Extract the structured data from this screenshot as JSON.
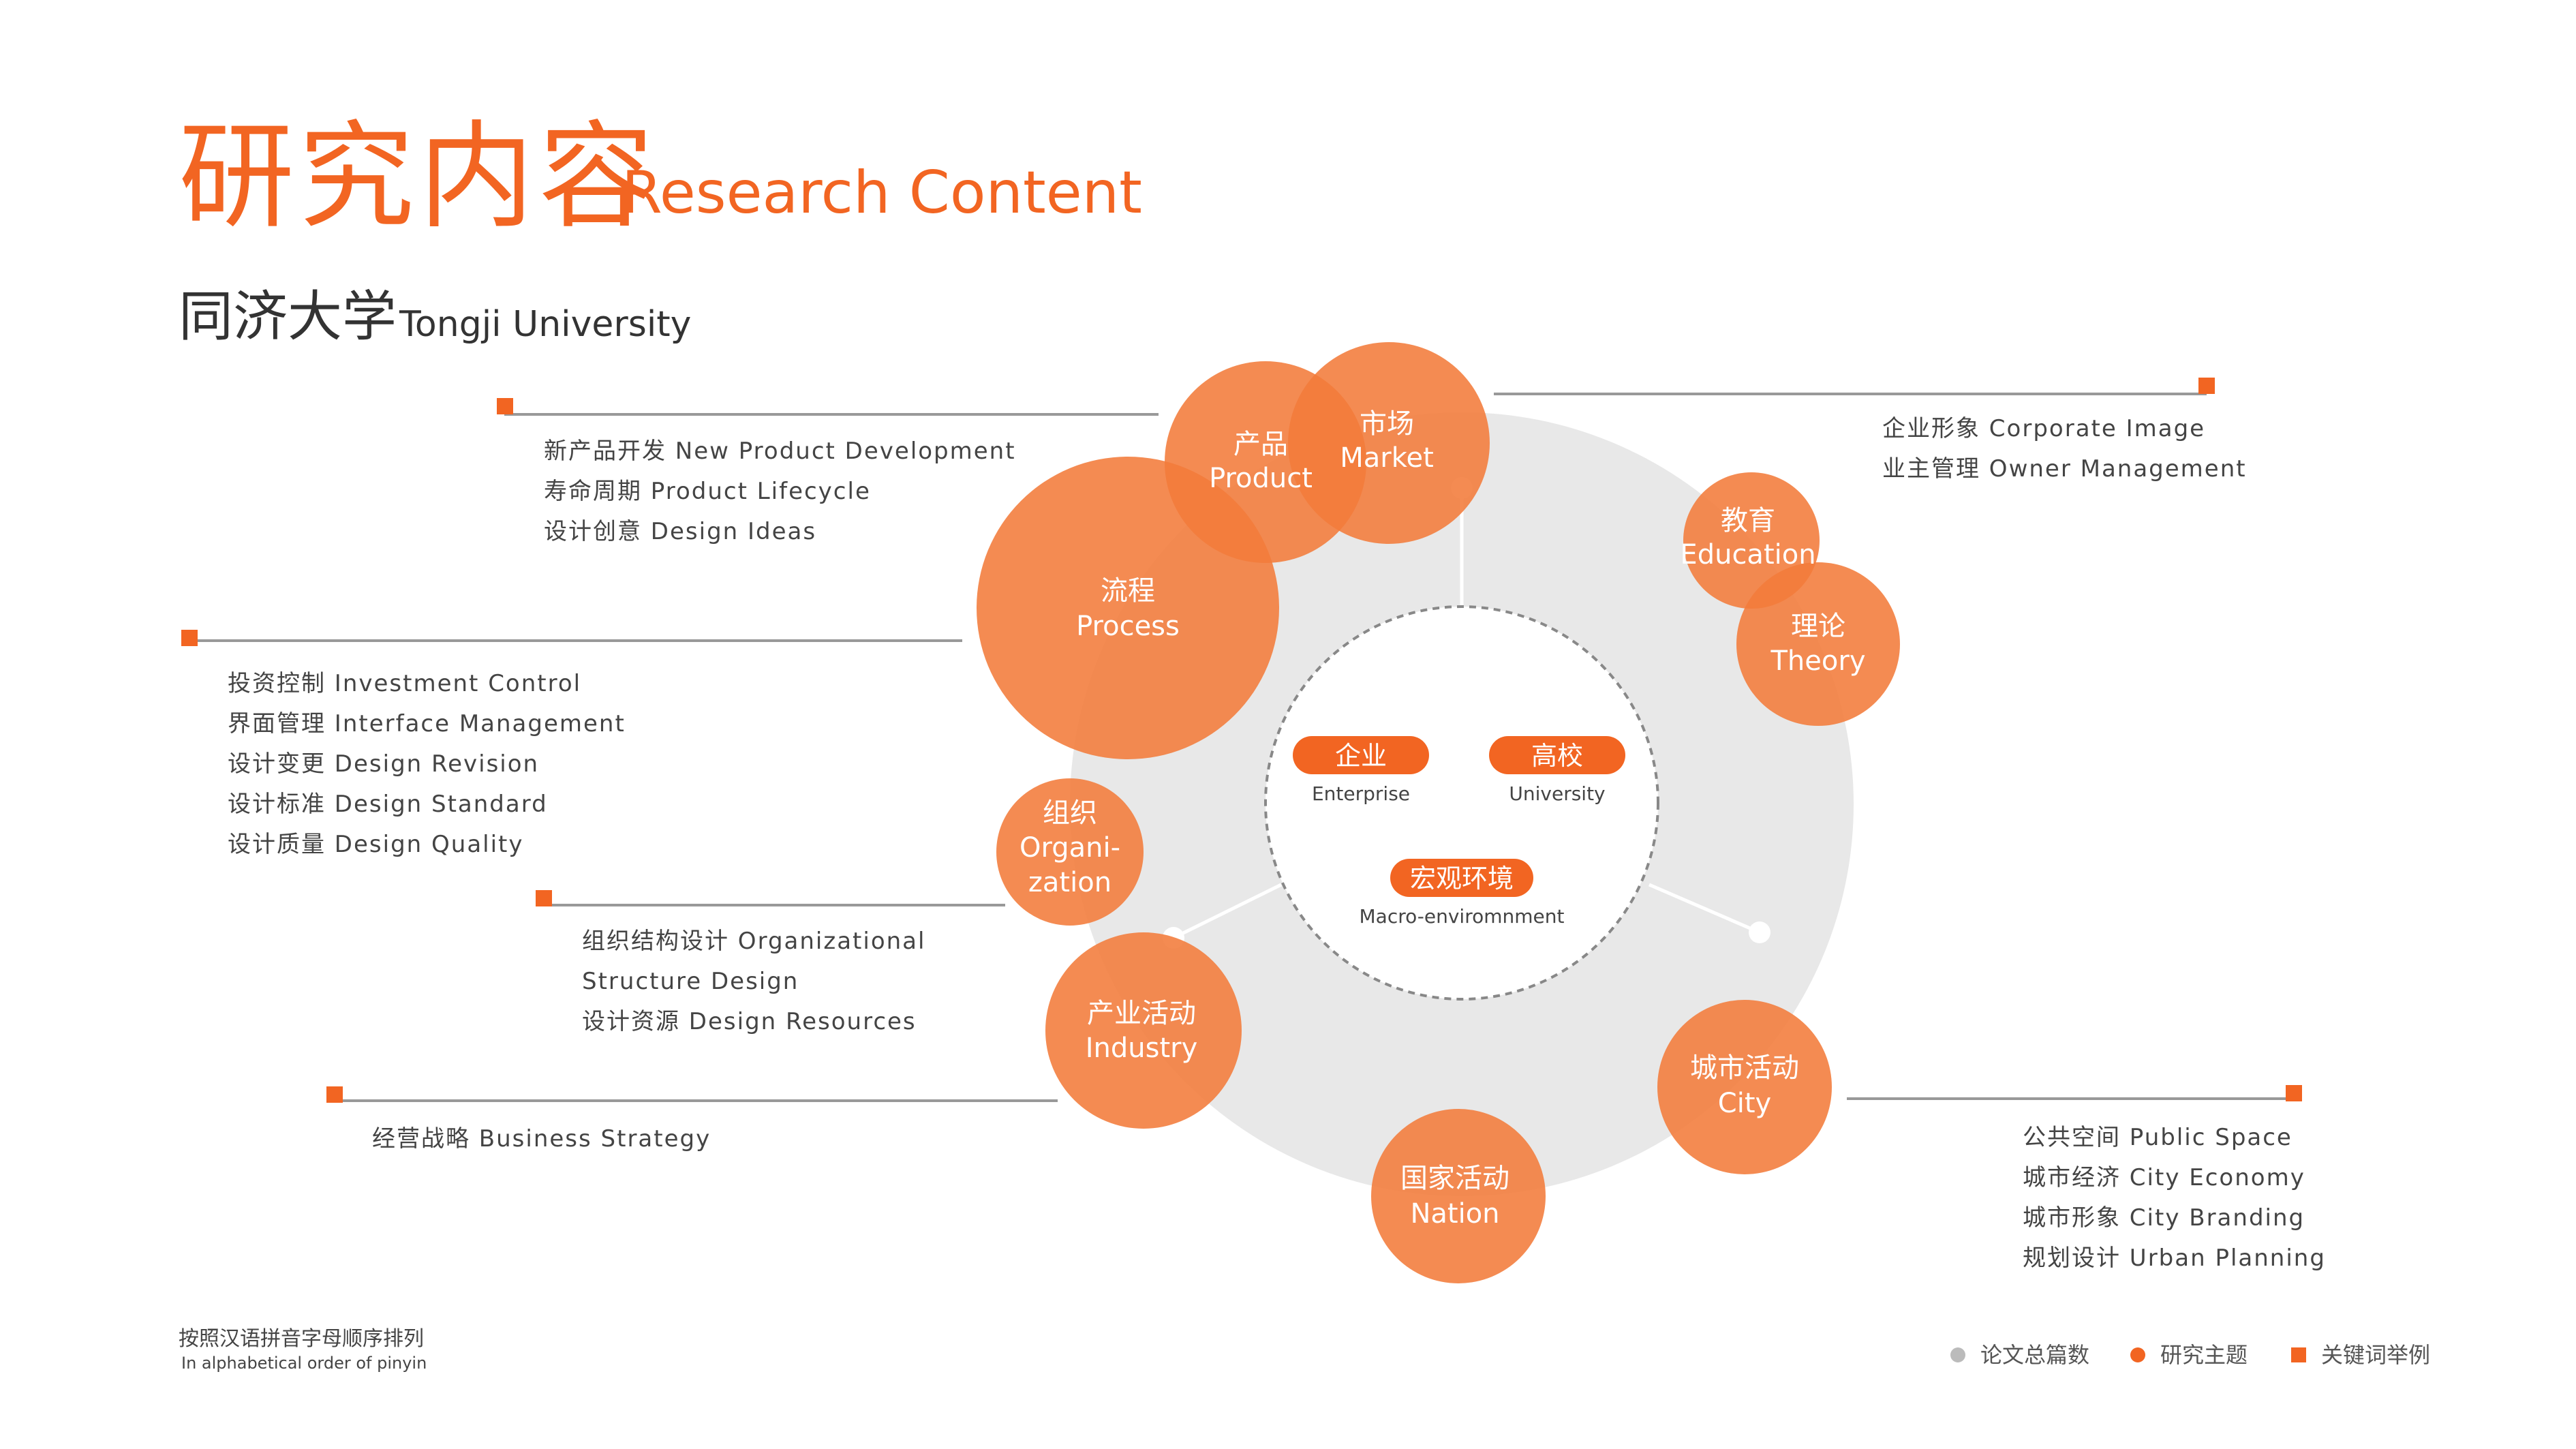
{
  "header": {
    "title_cn": "研究内容",
    "title_en": "Research Content",
    "subtitle_cn": "同济大学",
    "subtitle_en": "Tongji University"
  },
  "colors": {
    "accent": "#f26522",
    "bubble": "#f58544",
    "ring": "#e6e6e6",
    "line": "#999999",
    "text": "#444444"
  },
  "center": {
    "enterprise_cn": "企业",
    "enterprise_en": "Enterprise",
    "university_cn": "高校",
    "university_en": "University",
    "macro_cn": "宏观环境",
    "macro_en": "Macro-enviromnment"
  },
  "bubbles": [
    {
      "id": "product",
      "cn": "产品",
      "en": "Product"
    },
    {
      "id": "market",
      "cn": "市场",
      "en": "Market"
    },
    {
      "id": "process",
      "cn": "流程",
      "en": "Process"
    },
    {
      "id": "education",
      "cn": "教育",
      "en": "Education"
    },
    {
      "id": "theory",
      "cn": "理论",
      "en": "Theory"
    },
    {
      "id": "organization",
      "cn": "组织",
      "en1": "Organi-",
      "en2": "zation"
    },
    {
      "id": "industry",
      "cn": "产业活动",
      "en": "Industry"
    },
    {
      "id": "city",
      "cn": "城市活动",
      "en": "City"
    },
    {
      "id": "nation",
      "cn": "国家活动",
      "en": "Nation"
    }
  ],
  "keywords": {
    "product_market": [
      "新产品开发 New Product Development",
      "寿命周期 Product Lifecycle",
      "设计创意 Design Ideas"
    ],
    "process": [
      "投资控制 Investment Control",
      "界面管理 Interface Management",
      "设计变更 Design Revision",
      "设计标准 Design Standard",
      "设计质量 Design Quality"
    ],
    "organization": [
      "组织结构设计 Organizational",
      "Structure Design",
      "设计资源 Design Resources"
    ],
    "industry": [
      "经营战略 Business Strategy"
    ],
    "education_theory": [
      "企业形象 Corporate Image",
      "业主管理 Owner Management"
    ],
    "city": [
      "公共空间 Public Space",
      "城市经济 City Economy",
      "城市形象 City Branding",
      "规划设计 Urban Planning"
    ]
  },
  "footnote": {
    "cn": "按照汉语拼音字母顺序排列",
    "en": "In alphabetical order of pinyin"
  },
  "legend": [
    {
      "label": "论文总篇数",
      "marker": "grey-dot"
    },
    {
      "label": "研究主题",
      "marker": "orange-dot"
    },
    {
      "label": "关键词举例",
      "marker": "orange-square"
    }
  ]
}
